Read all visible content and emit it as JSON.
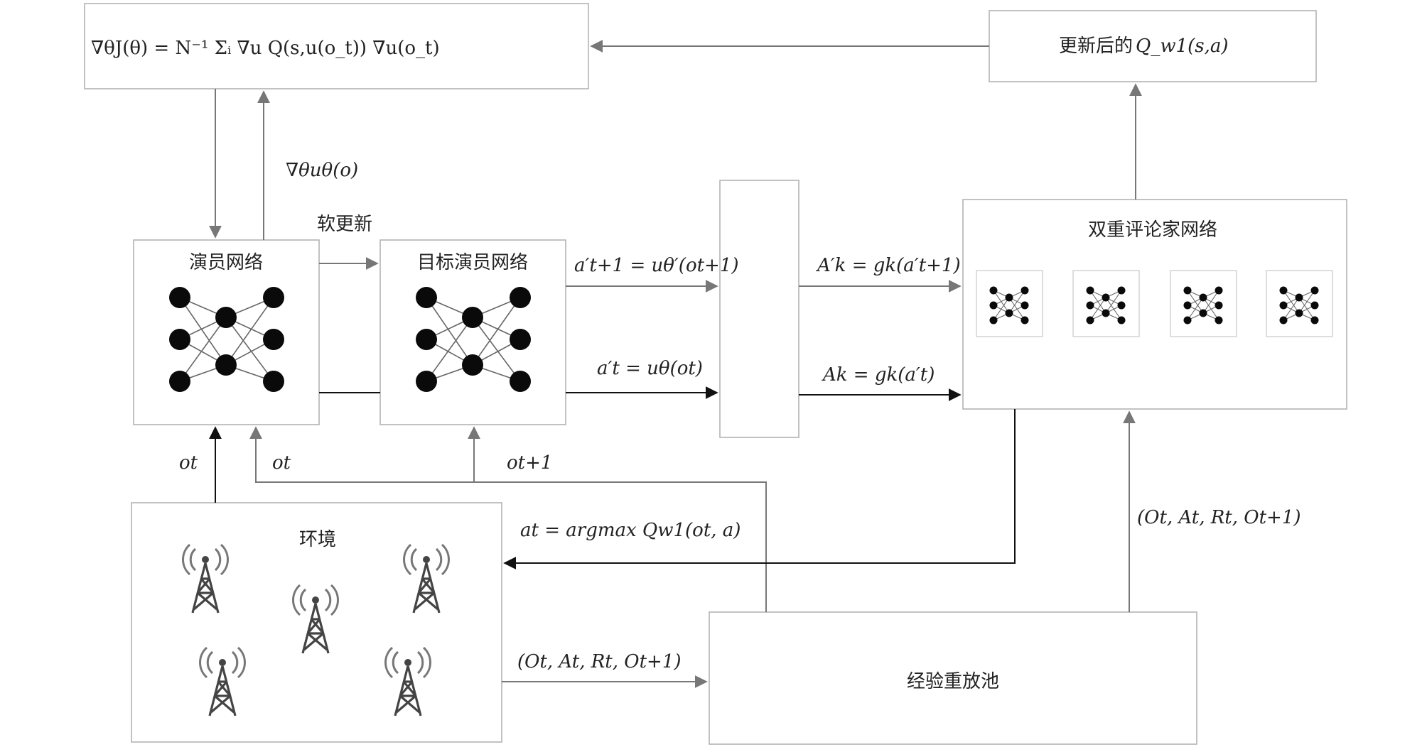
{
  "formulas": {
    "policy_gradient": "∇θJ(θ) = N⁻¹ Σᵢ ∇u Q(s,u(o_t)) ∇u(o_t)",
    "updated_q_label": "更新后的",
    "updated_q_math": "Q_w1(s,a)",
    "actor_grad": "∇θuθ(o)"
  },
  "boxes": {
    "actor": "演员网络",
    "target_actor": "目标演员网络",
    "double_critic": "双重评论家网络",
    "environment": "环境",
    "replay_pool": "经验重放池"
  },
  "edge_labels": {
    "soft_update": "软更新",
    "a_prime_t1": "a′t+1 = uθ′(ot+1)",
    "a_prime_t": "a′t = uθ(ot)",
    "A_prime_k": "A′k = gk(a′t+1)",
    "A_k": "Ak = gk(a′t)",
    "o_t_1": "ot",
    "o_t_2": "ot",
    "o_t1": "ot+1",
    "action_select": "at = argmax Qw1(ot, a)",
    "transition_env": "(Ot, At, Rt, Ot+1)",
    "transition_pool": "(Ot, At, Rt, Ot+1)"
  },
  "colors": {
    "box_border": "#b3b3b3",
    "gray_arrow": "#777777",
    "black_arrow": "#111111",
    "node": "#0a0a0a"
  },
  "icons": {
    "tower": "radio-tower-icon",
    "network": "neural-network-icon"
  }
}
